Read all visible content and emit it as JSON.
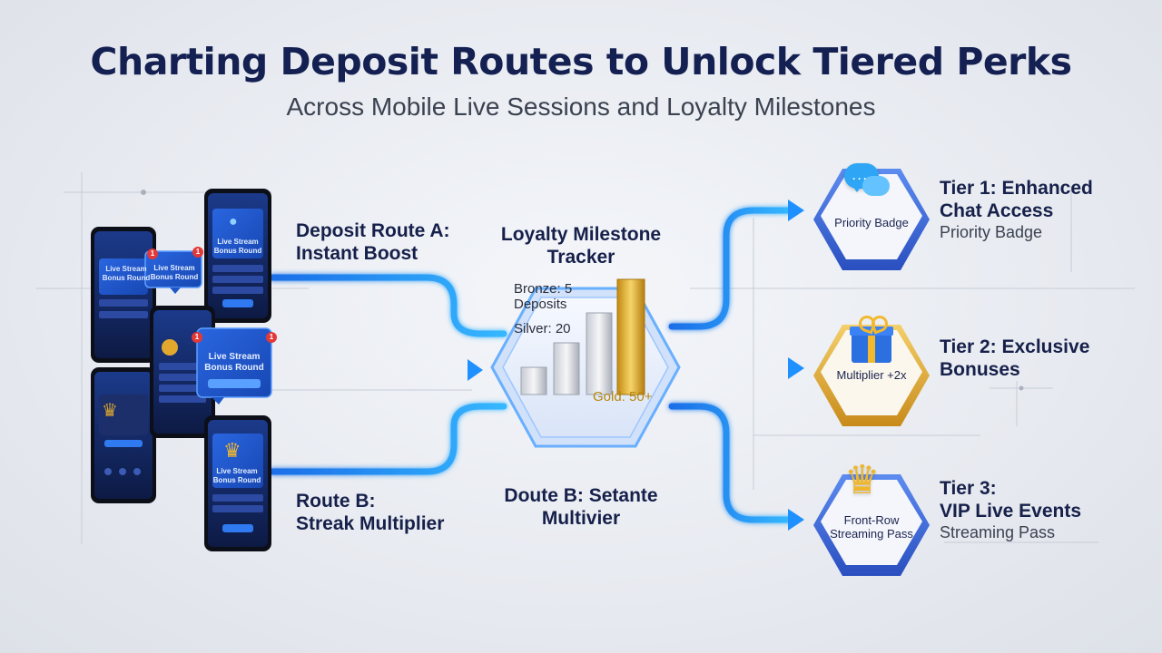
{
  "header": {
    "title": "Charting Deposit Routes to Unlock Tiered Perks",
    "subtitle": "Across Mobile Live Sessions and Loyalty Milestones"
  },
  "routes": {
    "route_a_line1": "Deposit Route A:",
    "route_a_line2": "Instant Boost",
    "route_b_line1": "Route B:",
    "route_b_line2": "Streak Multiplier"
  },
  "tracker": {
    "title_line1": "Loyalty Milestone",
    "title_line2": "Tracker",
    "bronze_line1": "Bronze: 5",
    "bronze_line2": "Deposits",
    "silver": "Silver: 20",
    "gold": "Gold: 50+",
    "caption_line1": "Doute B: Setante",
    "caption_line2": "Multivier"
  },
  "tiers": {
    "tier1_title_line1": "Tier 1: Enhanced",
    "tier1_title_line2": "Chat Access",
    "tier1_sub": "Priority Badge",
    "tier1_hex": "Priority Badge",
    "tier2_title_line1": "Tier 2: Exclusive",
    "tier2_title_line2": "Bonuses",
    "tier2_hex": "Multiplier +2x",
    "tier3_title_line1": "Tier 3:",
    "tier3_title_line2": "VIP Live Events",
    "tier3_sub": "Streaming Pass",
    "tier3_hex_line1": "Front-Row",
    "tier3_hex_line2": "Streaming Pass"
  },
  "phones": {
    "card_a_line1": "Live Stream",
    "card_a_line2": "Bonus Round",
    "card_b_line1": "Live Stream",
    "card_b_line2": "Bonus Round",
    "badge_count": "1",
    "icons": [
      "chat-bubble-icon",
      "gift-box-icon",
      "crown-icon"
    ]
  },
  "colors": {
    "title": "#142052",
    "flow_blue": "#1e90ff",
    "hex_blue": "#3f6ee0",
    "hex_gold": "#e0a92a",
    "gold_bar": "#d8a320"
  }
}
